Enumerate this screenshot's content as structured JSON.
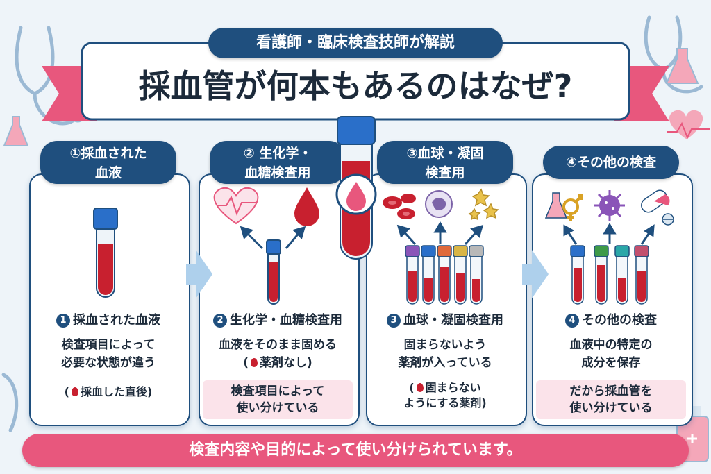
{
  "header": {
    "badge": "看護師・臨床検査技師が解説",
    "title": "採血管が何本もあるのはなぜ?"
  },
  "cards": [
    {
      "top_label": "①採血された\n血液",
      "num": "1",
      "subtitle": "採血された血液",
      "desc": "検査項目によって\n必要な状態が違う",
      "note": "採血した直後",
      "band": ""
    },
    {
      "top_label": "② 生化学・\n血糖検査用",
      "num": "2",
      "subtitle": "生化学・血糖検査用",
      "desc": "血液をそのまま固める",
      "note": "薬剤なし",
      "band": "検査項目によって\n使い分けている"
    },
    {
      "top_label": "③血球・凝固\n検査用",
      "num": "3",
      "subtitle": "血球・凝固検査用",
      "desc": "固まらないよう\n薬剤が入っている",
      "note": "固まらない\nようにする薬剤",
      "band": ""
    },
    {
      "top_label": "④その他の検査",
      "num": "4",
      "subtitle": "その他の検査",
      "desc": "血液中の特定の\n成分を保存",
      "note": "",
      "band": "だから採血管を\n使い分けている"
    }
  ],
  "footer": "検査内容や目的によって使い分けられています。",
  "colors": {
    "navy": "#1f4f7e",
    "pink": "#e8577d",
    "blood": "#c8202f",
    "tube_caps": [
      "#8a55b8",
      "#2a6fc9",
      "#e0693a",
      "#d9b545",
      "#b8b8b8",
      "#2a6fc9",
      "#3e9a48",
      "#2aa7a8",
      "#c2506e"
    ]
  },
  "icons": [
    "stethoscope-icon",
    "flask-icon",
    "heart-pulse-icon",
    "blood-drop-icon",
    "red-blood-cells-icon",
    "white-blood-cell-icon",
    "platelet-icon",
    "gender-symbol-icon",
    "virus-icon",
    "capsule-icon",
    "pill-icon",
    "arrow-right-icon"
  ]
}
